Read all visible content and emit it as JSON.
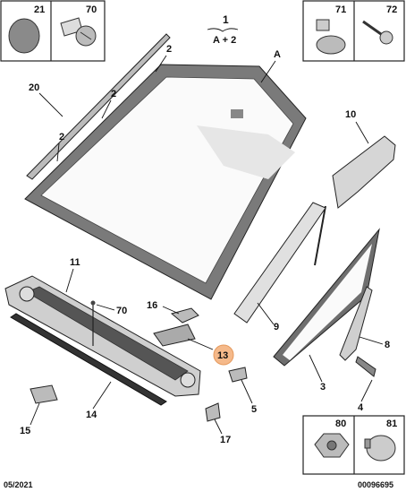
{
  "header": {
    "top_number": "1",
    "top_formula": "A + 2"
  },
  "callouts": {
    "n2a": "2",
    "n2b": "2",
    "n2c": "2",
    "nA": "A",
    "n20": "20",
    "n10": "10",
    "n11": "11",
    "n16": "16",
    "n70b": "70",
    "n13": "13",
    "n9": "9",
    "n8": "8",
    "n3": "3",
    "n4": "4",
    "n5": "5",
    "n14": "14",
    "n15": "15",
    "n17": "17"
  },
  "boxes": {
    "top_left": [
      "21",
      "70"
    ],
    "top_right": [
      "71",
      "72"
    ],
    "bottom_right": [
      "80",
      "81"
    ]
  },
  "footer": {
    "date": "05/2021",
    "ref": "00096695"
  },
  "colors": {
    "highlight": "#f5b98a",
    "glass_frame": "#7a7a7a",
    "part_fill": "#cfcfcf"
  }
}
